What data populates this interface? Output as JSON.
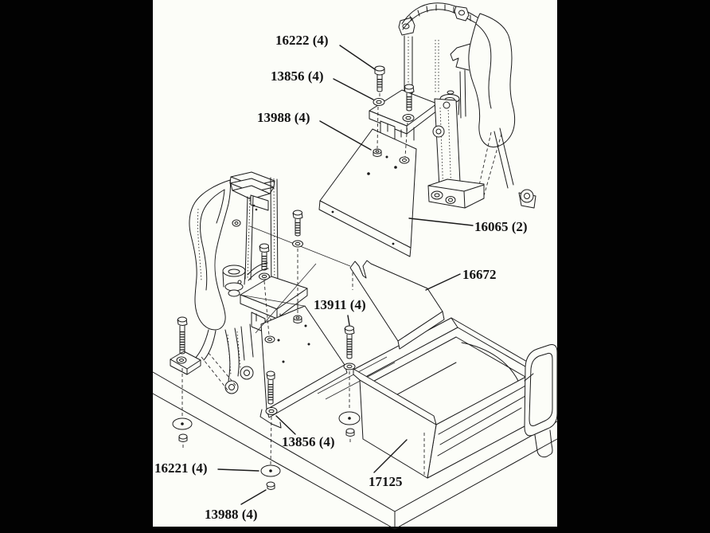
{
  "colors": {
    "background": "#020202",
    "panel": "#fcfdf8",
    "ink": "#1a1a1a"
  },
  "figure": {
    "kind": "exploded-parts-diagram"
  },
  "callouts": [
    {
      "part": "16222",
      "qty": "4",
      "label": "16222 (4)"
    },
    {
      "part": "13856",
      "qty": "4",
      "label": "13856 (4)"
    },
    {
      "part": "13988",
      "qty": "4",
      "label": "13988 (4)"
    },
    {
      "part": "16065",
      "qty": "2",
      "label": "16065 (2)"
    },
    {
      "part": "16672",
      "qty": "1",
      "label": "16672"
    },
    {
      "part": "13911",
      "qty": "4",
      "label": "13911 (4)"
    },
    {
      "part": "13856",
      "qty": "4",
      "label": "13856 (4)"
    },
    {
      "part": "16221",
      "qty": "4",
      "label": "16221 (4)"
    },
    {
      "part": "13988",
      "qty": "4",
      "label": "13988 (4)"
    },
    {
      "part": "17125",
      "qty": "1",
      "label": "17125"
    }
  ]
}
